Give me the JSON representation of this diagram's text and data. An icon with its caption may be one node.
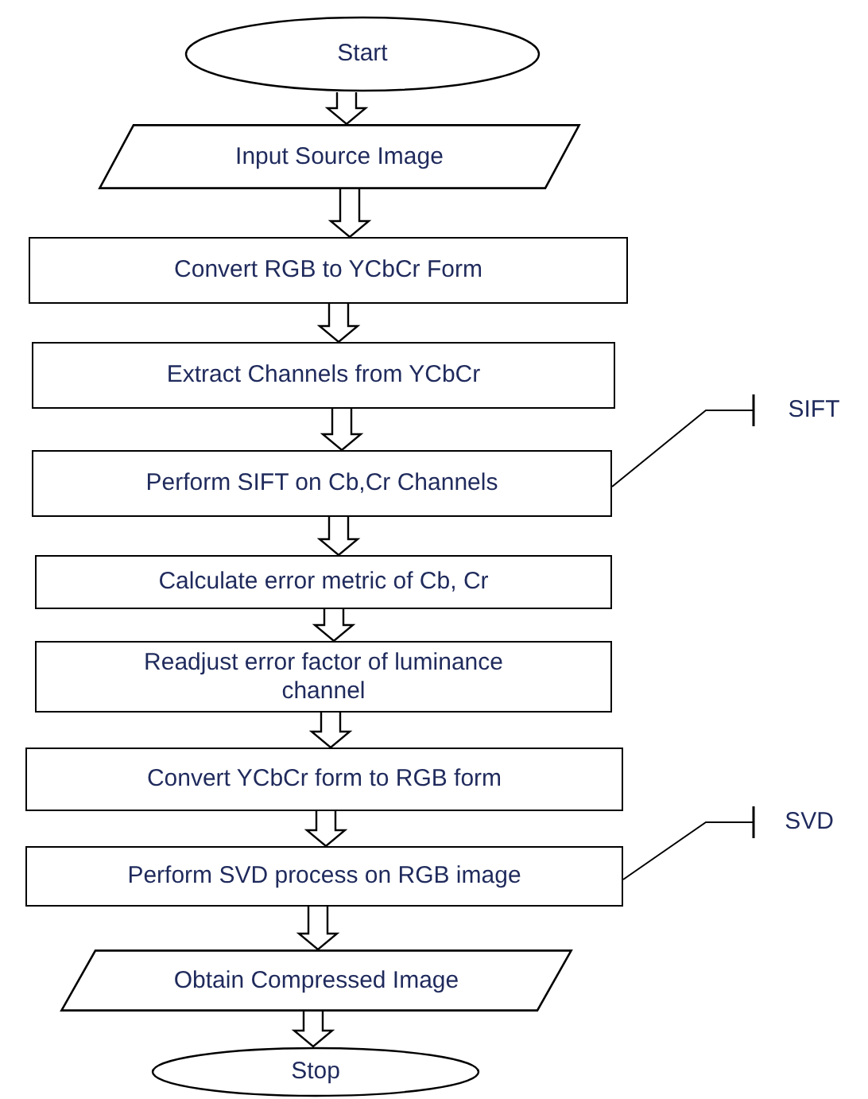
{
  "diagram": {
    "nodes": [
      {
        "text": [
          "Start"
        ]
      },
      {
        "text": [
          "Input Source Image"
        ]
      },
      {
        "text": [
          "Convert RGB to YCbCr Form"
        ]
      },
      {
        "text": [
          "Extract Channels from YCbCr"
        ]
      },
      {
        "text": [
          "Perform SIFT on Cb,Cr Channels"
        ]
      },
      {
        "text": [
          "Calculate error metric of Cb, Cr"
        ]
      },
      {
        "text": [
          "Readjust error factor of luminance channel"
        ]
      },
      {
        "text": [
          "Convert YCbCr form to RGB form"
        ]
      },
      {
        "text": [
          "Perform SVD process on RGB image"
        ]
      },
      {
        "text": [
          "Obtain Compressed Image"
        ]
      },
      {
        "text": [
          "Stop"
        ]
      },
      {
        "text": [
          "SIFT"
        ]
      },
      {
        "text": [
          "SVD"
        ]
      }
    ],
    "edges": [
      {
        "from": 0,
        "to": 1,
        "arrow": "to"
      },
      {
        "from": 1,
        "to": 2,
        "arrow": "to"
      },
      {
        "from": 2,
        "to": 3,
        "arrow": "to"
      },
      {
        "from": 3,
        "to": 4,
        "arrow": "to"
      },
      {
        "from": 4,
        "to": 5,
        "arrow": "to"
      },
      {
        "from": 5,
        "to": 6,
        "arrow": "to"
      },
      {
        "from": 6,
        "to": 7,
        "arrow": "to"
      },
      {
        "from": 7,
        "to": 8,
        "arrow": "to"
      },
      {
        "from": 8,
        "to": 9,
        "arrow": "to"
      },
      {
        "from": 9,
        "to": 10,
        "arrow": "to"
      },
      {
        "from": 11,
        "to": 4,
        "arrow": "other"
      },
      {
        "from": 12,
        "to": 8,
        "arrow": "other"
      }
    ]
  }
}
